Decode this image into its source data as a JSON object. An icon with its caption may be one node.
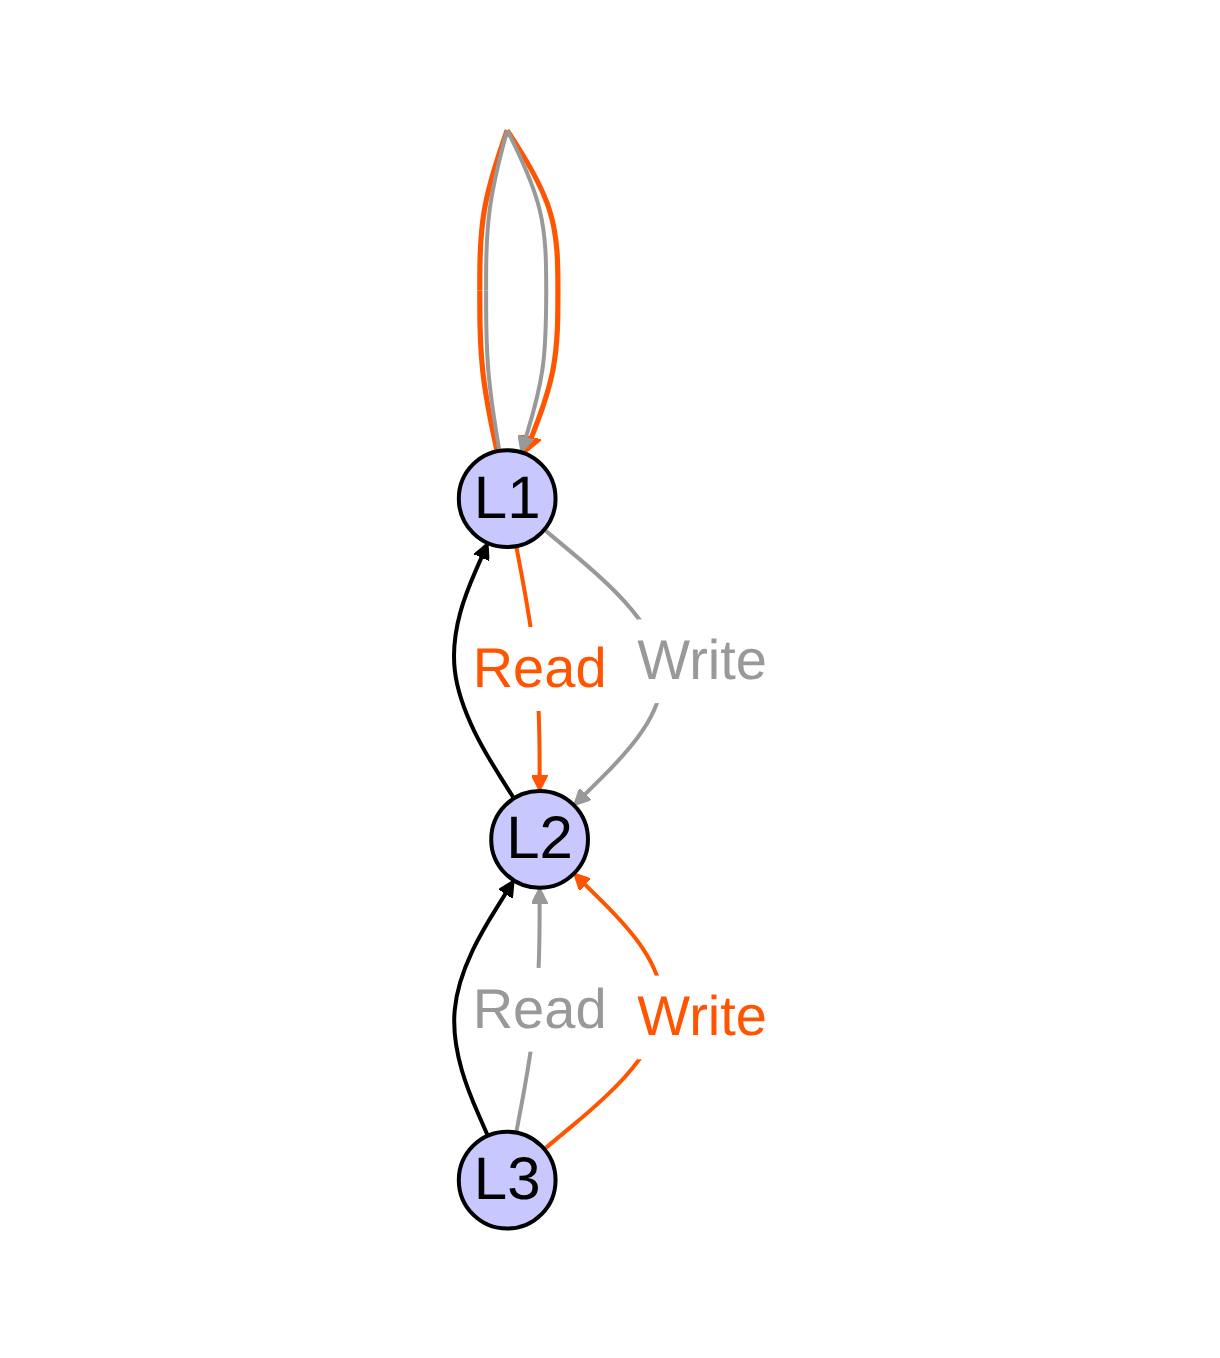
{
  "diagram": {
    "nodes": [
      {
        "text": [
          "L1"
        ]
      },
      {
        "text": [
          "L2"
        ]
      },
      {
        "text": [
          "L3"
        ]
      }
    ],
    "edges": [
      {
        "from": 1,
        "to": 0,
        "arrow": "to",
        "color": "#000000"
      },
      {
        "from": 2,
        "to": 1,
        "arrow": "to",
        "color": "#000000"
      },
      {
        "from": 0,
        "to": 1,
        "arrow": "to",
        "label": "Read",
        "color": "#ff5500"
      },
      {
        "from": 0,
        "to": 1,
        "arrow": "to",
        "label": "Write",
        "color": "#999999"
      },
      {
        "from": 2,
        "to": 1,
        "arrow": "to",
        "label": "Read",
        "color": "#999999"
      },
      {
        "from": 2,
        "to": 1,
        "arrow": "to",
        "label": "Write",
        "color": "#ff5500"
      },
      {
        "from": 0,
        "to": 0,
        "arrow": "to",
        "color": "#ff5500"
      },
      {
        "from": 0,
        "to": 0,
        "arrow": "to",
        "color": "#999999"
      }
    ]
  }
}
